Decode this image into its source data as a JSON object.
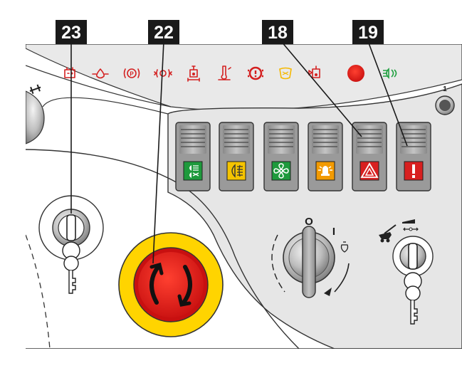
{
  "callouts": [
    {
      "label": "23"
    },
    {
      "label": "22"
    },
    {
      "label": "18"
    },
    {
      "label": "19"
    }
  ],
  "indicator_lights": [
    {
      "icon": "battery-charge-icon",
      "color": "#d42020"
    },
    {
      "icon": "oil-pressure-icon",
      "color": "#d42020"
    },
    {
      "icon": "parking-brake-icon",
      "color": "#d42020"
    },
    {
      "icon": "brake-system-icon",
      "color": "#d42020"
    },
    {
      "icon": "coolant-level-icon",
      "color": "#d42020"
    },
    {
      "icon": "engine-oil-temperature-icon",
      "color": "#d42020"
    },
    {
      "icon": "transmission-warning-icon",
      "color": "#d42020"
    },
    {
      "icon": "air-filter-icon",
      "color": "#f5b800"
    },
    {
      "icon": "hydraulic-oil-temperature-icon",
      "color": "#d42020"
    },
    {
      "icon": "central-warning-lamp-icon",
      "color": "#e01010"
    },
    {
      "icon": "main-beam-indicator-icon",
      "color": "#20a040"
    }
  ],
  "rocker_switches": [
    {
      "icon": "headlights-icon",
      "color": "#1e9a3c"
    },
    {
      "icon": "rear-fog-light-icon",
      "color": "#f5c400"
    },
    {
      "icon": "fan-icon",
      "color": "#1e9a3c"
    },
    {
      "icon": "rotating-beacon-icon",
      "color": "#f29a00"
    },
    {
      "icon": "hazard-warning-icon",
      "color": "#d82020"
    },
    {
      "icon": "warning-exclamation-icon",
      "color": "#d82020"
    }
  ],
  "rotary_switch": {
    "positions": [
      "O",
      "I"
    ],
    "side_icon": "glow-plug-icon"
  },
  "key_switch_right": {
    "position_number": "1",
    "icons": [
      "telehandler-icon",
      "crane-mode-icon"
    ]
  },
  "colors": {
    "callout_bg": "#1a1a1a",
    "estop_outer": "#ffd400",
    "estop_button": "#e02020",
    "panel": "#e8e8e8"
  }
}
